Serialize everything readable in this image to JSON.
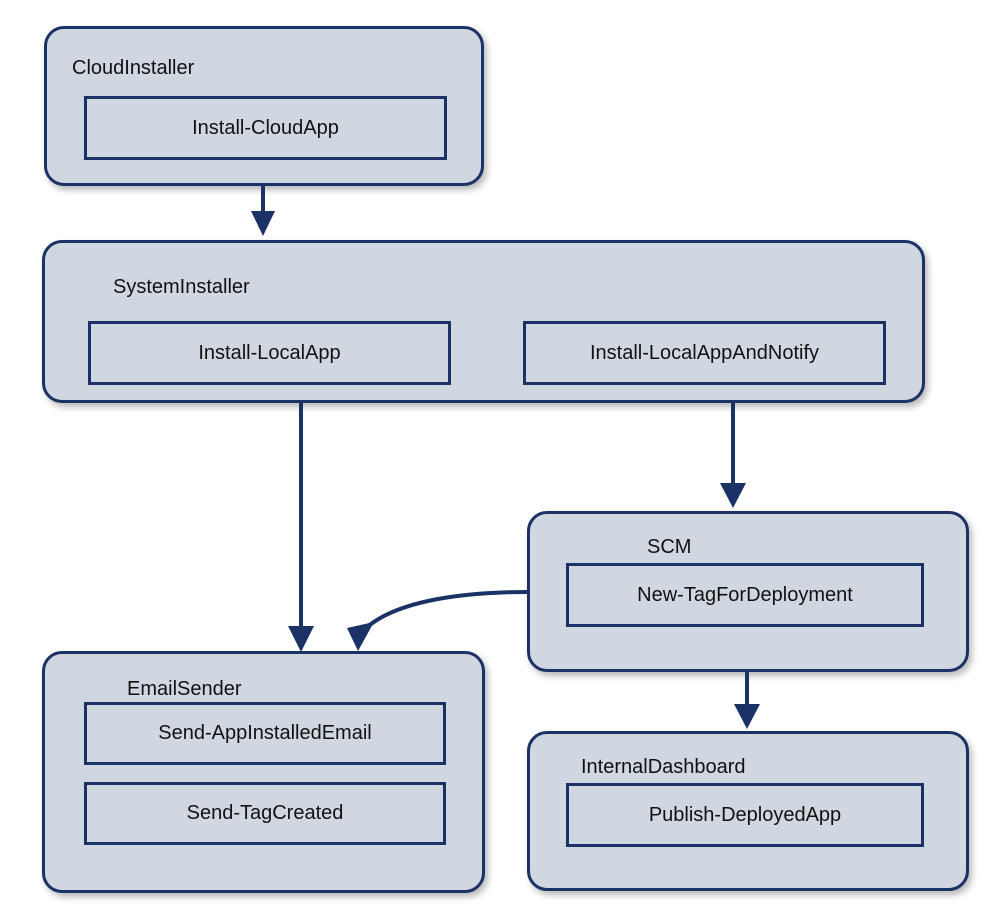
{
  "colors": {
    "box_fill": "#d1d7e0",
    "stroke": "#1a3266",
    "text": "#111111"
  },
  "modules": {
    "cloud_installer": {
      "title": "CloudInstaller",
      "functions": [
        "Install-CloudApp"
      ]
    },
    "system_installer": {
      "title": "SystemInstaller",
      "functions": [
        "Install-LocalApp",
        "Install-LocalAppAndNotify"
      ]
    },
    "scm": {
      "title": "SCM",
      "functions": [
        "New-TagForDeployment"
      ]
    },
    "email_sender": {
      "title": "EmailSender",
      "functions": [
        "Send-AppInstalledEmail",
        "Send-TagCreated"
      ]
    },
    "internal_dashboard": {
      "title": "InternalDashboard",
      "functions": [
        "Publish-DeployedApp"
      ]
    }
  },
  "edges": [
    {
      "from": "CloudInstaller",
      "to": "SystemInstaller"
    },
    {
      "from": "SystemInstaller",
      "to": "EmailSender"
    },
    {
      "from": "SystemInstaller",
      "to": "SCM"
    },
    {
      "from": "SCM",
      "to": "EmailSender"
    },
    {
      "from": "SCM",
      "to": "InternalDashboard"
    }
  ]
}
